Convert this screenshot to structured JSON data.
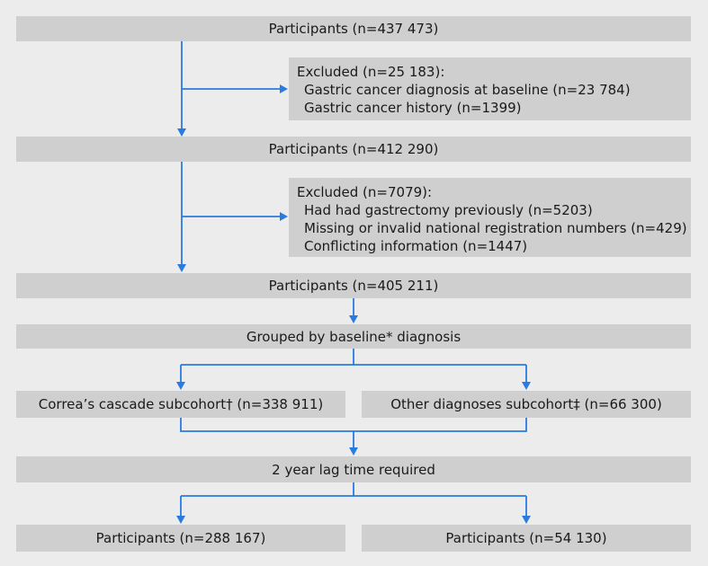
{
  "diagram": {
    "participants_1": "Participants (n=437 473)",
    "excluded_1": {
      "title": "Excluded (n=25 183):",
      "items": [
        "Gastric cancer diagnosis at baseline (n=23 784)",
        "Gastric cancer history (n=1399)"
      ]
    },
    "participants_2": "Participants (n=412 290)",
    "excluded_2": {
      "title": "Excluded (n=7079):",
      "items": [
        "Had had gastrectomy previously (n=5203)",
        "Missing or invalid national registration numbers (n=429)",
        "Conflicting information (n=1447)"
      ]
    },
    "participants_3": "Participants (n=405 211)",
    "grouped": "Grouped by baseline* diagnosis",
    "subcohort_correa": "Correa’s cascade subcohort† (n=338 911)",
    "subcohort_other": "Other diagnoses subcohort‡ (n=66 300)",
    "lag": "2 year lag time required",
    "final_left": "Participants (n=288 167)",
    "final_right": "Participants (n=54 130)",
    "arrow_color": "#2a7be0",
    "box_color": "#cfcfcf"
  }
}
